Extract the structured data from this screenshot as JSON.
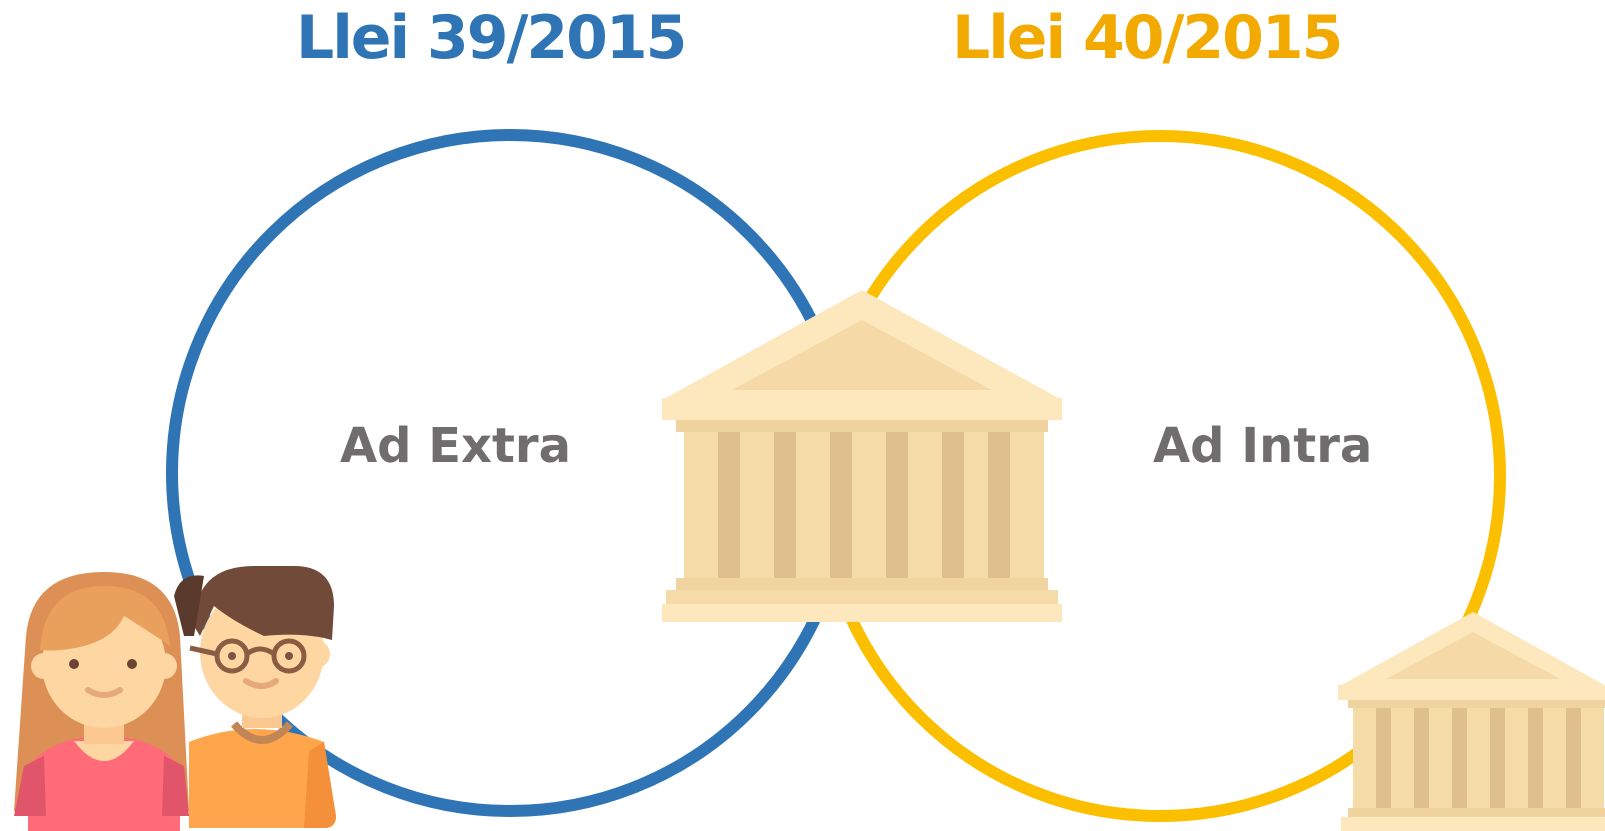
{
  "titles": {
    "left": "Llei 39/2015",
    "right": "Llei 40/2015"
  },
  "labels": {
    "left": "Ad Extra",
    "right": "Ad Intra"
  },
  "colors": {
    "left_accent": "#2f75b5",
    "right_accent": "#fbbf00",
    "right_title": "#f2aa00",
    "label_text": "#6f6d6e"
  },
  "icons": {
    "center": "government-building-icon",
    "bottom_right": "government-building-icon",
    "bottom_left": "citizens-icon"
  }
}
